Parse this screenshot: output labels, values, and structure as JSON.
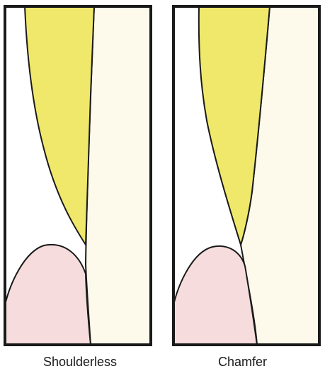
{
  "panels": [
    {
      "id": "shoulderless",
      "caption": "Shoulderless"
    },
    {
      "id": "chamfer",
      "caption": "Chamfer"
    }
  ],
  "colors": {
    "frame": "#1a1a1a",
    "outline": "#1a1a1a",
    "crown": "#efe86a",
    "gingiva": "#f6dcdd",
    "tooth_root": "#fdfaec",
    "background": "#ffffff"
  }
}
